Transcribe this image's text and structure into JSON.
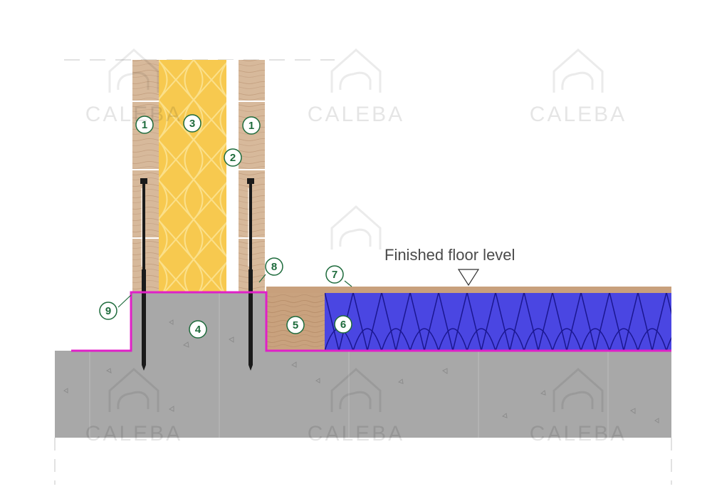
{
  "diagram": {
    "floor_level_label": "Finished floor level",
    "watermark_text": "CALEBA",
    "callouts": [
      "1",
      "1",
      "2",
      "3",
      "4",
      "5",
      "6",
      "7",
      "8",
      "9"
    ]
  },
  "colors": {
    "timber": "#d7b99b",
    "insulation": "#f7c94f",
    "concrete": "#a8a8a8",
    "floor_insulation": "#4a46e2",
    "membrane": "#e020c8",
    "board": "#c8a07c",
    "callout": "#1e6b3c"
  }
}
